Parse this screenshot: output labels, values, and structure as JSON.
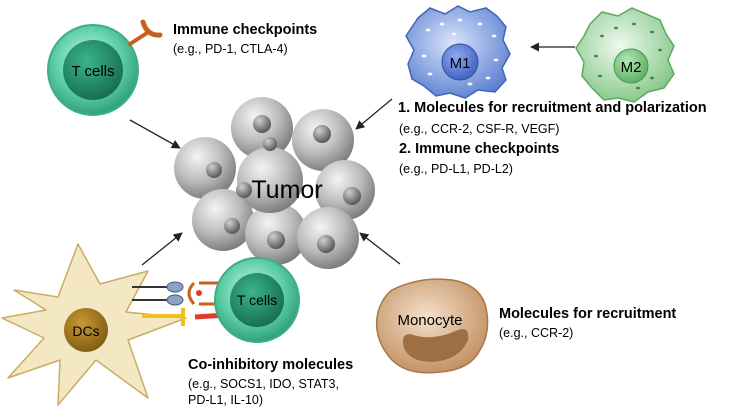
{
  "tcell_top": {
    "label": "T cells",
    "heading": "Immune checkpoints",
    "examples": "(e.g., PD-1, CTLA-4)"
  },
  "macrophages": {
    "m1_label": "M1",
    "m2_label": "M2",
    "item1_heading": "1. Molecules for recruitment and polarization",
    "item1_examples": "(e.g., CCR-2, CSF-R, VEGF)",
    "item2_heading": "2. Immune checkpoints",
    "item2_examples": "(e.g., PD-L1, PD-L2)"
  },
  "tumor": {
    "label": "Tumor"
  },
  "dc_interaction": {
    "dc_label": "DCs",
    "tcell_label": "T cells",
    "heading": "Co-inhibitory molecules",
    "examples_line1": "(e.g., SOCS1, IDO, STAT3,",
    "examples_line2": "PD-L1, IL-10)"
  },
  "monocyte": {
    "label": "Monocyte",
    "heading": "Molecules for recruitment",
    "examples": "(e.g., CCR-2)"
  },
  "colors": {
    "tcell_ring": "#4fc7a0",
    "tcell_core": "#1f8a66",
    "m1_fill": "#7a9be0",
    "m2_fill": "#a5dca8",
    "dc_fill": "#f4e8c4",
    "dc_nucleus": "#9c7418",
    "monocyte_fill": "#cfa27a",
    "tumor_cell": "#b9b9b9",
    "checkpoint_orange": "#c8601e",
    "inhibitor_red": "#e03a2a",
    "inhibitor_yellow": "#f0c020"
  }
}
